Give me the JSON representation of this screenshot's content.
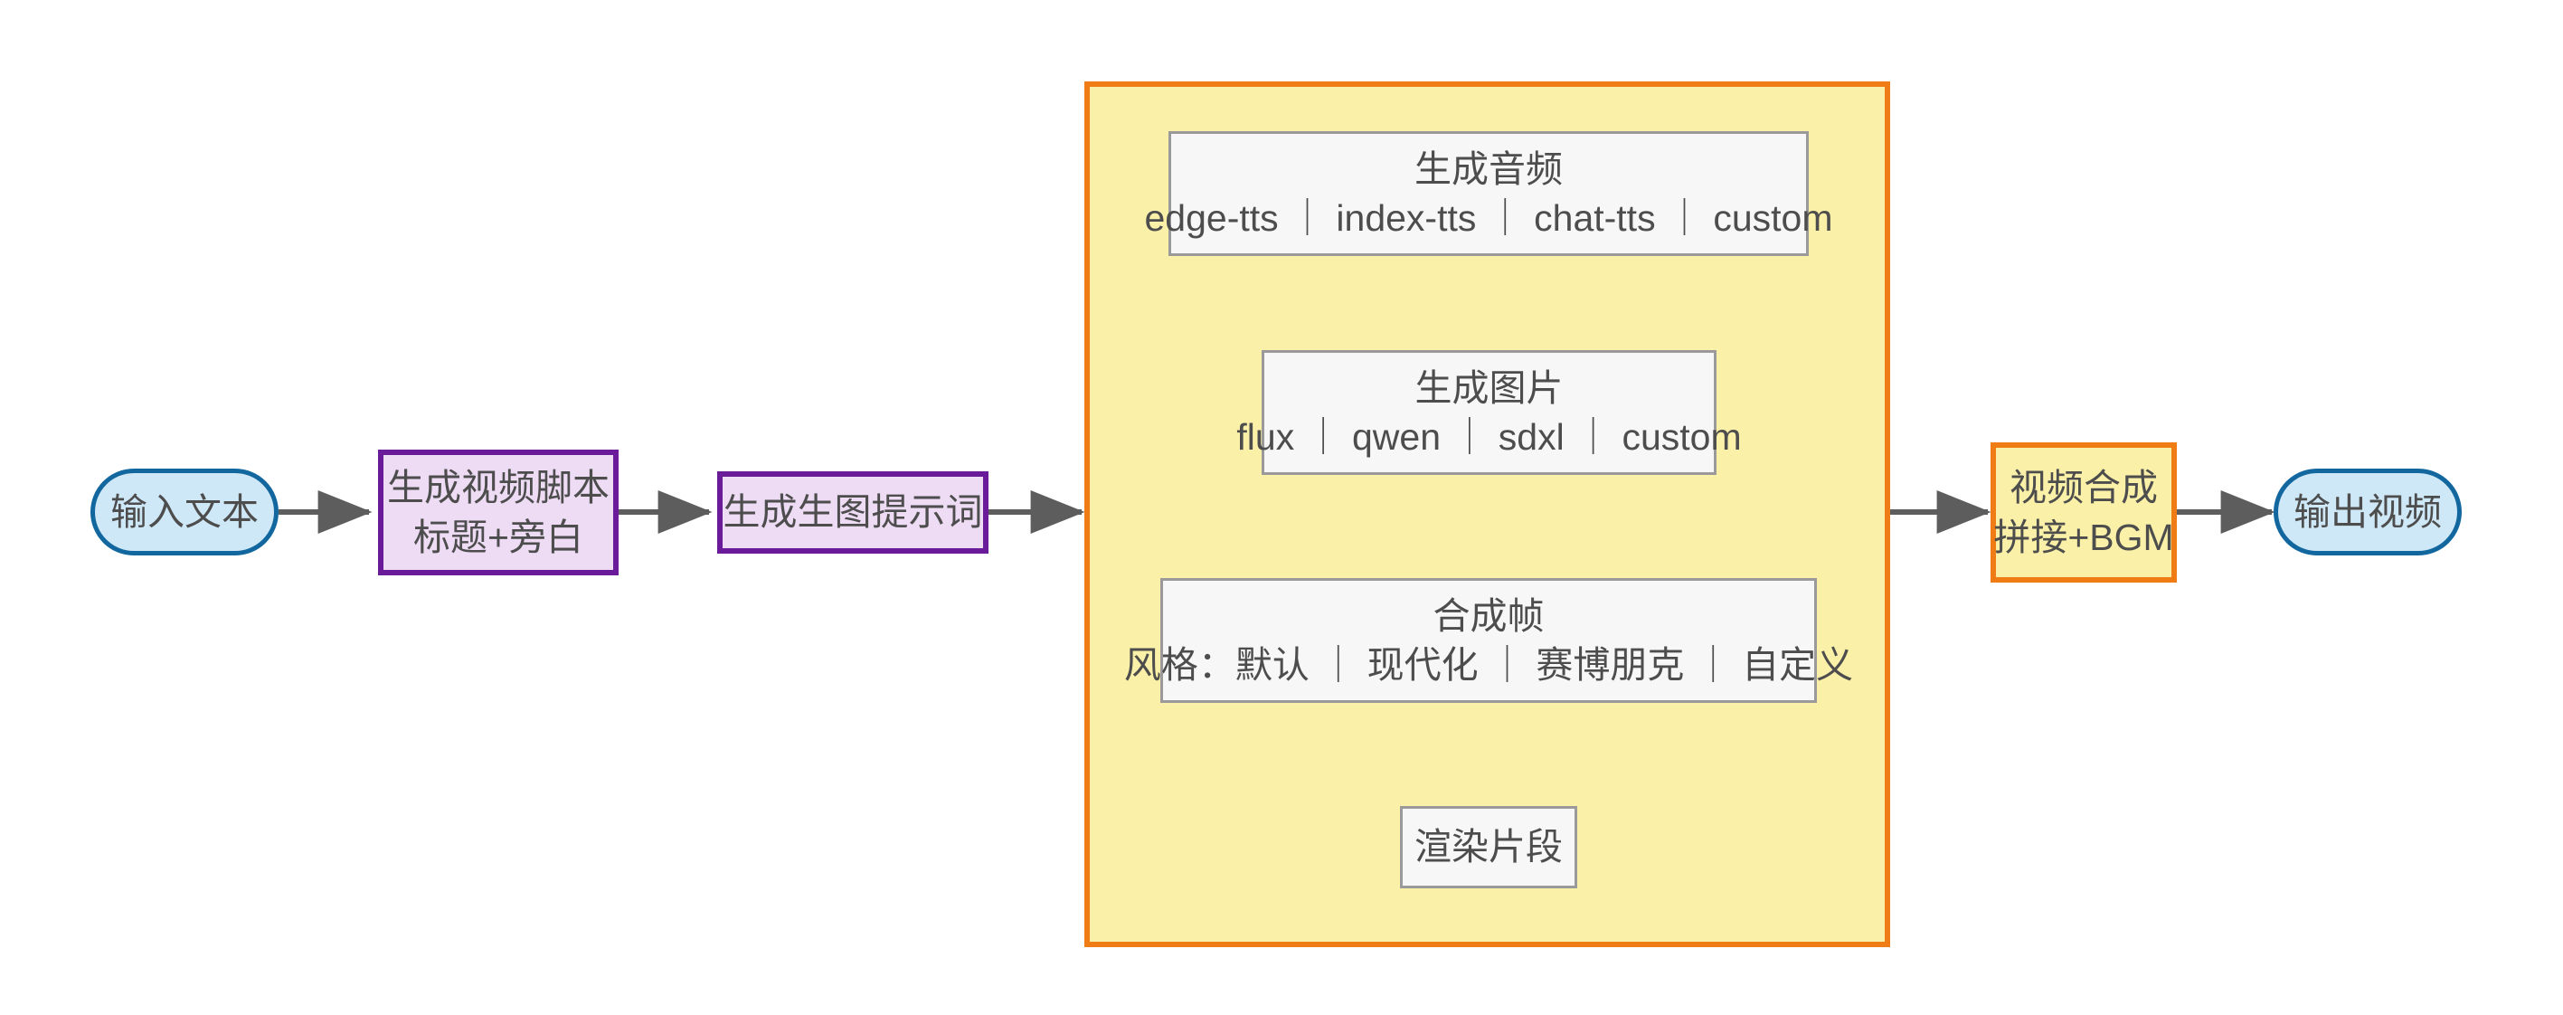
{
  "diagram": {
    "type": "flowchart",
    "direction": "left-to-right",
    "title": "",
    "background": "#ffffff",
    "colors": {
      "terminal_fill": "#cfe8f7",
      "terminal_stroke": "#12679f",
      "process_fill": "#eedcf5",
      "process_stroke": "#6a1b9a",
      "group_fill": "#faf0a8",
      "group_stroke": "#f07c16",
      "inner_fill": "#f7f7f7",
      "inner_stroke": "#9a9a9a",
      "edge": "#5d5d5d",
      "text": "#4d4d4d"
    }
  },
  "nodes": {
    "input_text": {
      "label": "输入文本",
      "shape": "stadium"
    },
    "make_script": {
      "line1": "生成视频脚本",
      "line2": "标题+旁白",
      "shape": "rect"
    },
    "make_prompt": {
      "label": "生成生图提示词",
      "shape": "rect"
    },
    "gen_audio": {
      "line1": "生成音频",
      "line2": "edge-tts ｜ index-tts ｜ chat-tts ｜ custom",
      "shape": "rect"
    },
    "gen_image": {
      "line1": "生成图片",
      "line2": "flux ｜ qwen ｜ sdxl ｜ custom",
      "shape": "rect"
    },
    "compose_frame": {
      "line1": "合成帧",
      "line2": "风格：默认 ｜ 现代化 ｜ 赛博朋克 ｜ 自定义",
      "shape": "rect"
    },
    "render_clip": {
      "label": "渲染片段",
      "shape": "rect"
    },
    "video_merge": {
      "line1": "视频合成",
      "line2": "拼接+BGM",
      "shape": "rect"
    },
    "output_video": {
      "label": "输出视频",
      "shape": "stadium"
    }
  },
  "group": {
    "id": "clip-pipeline-group",
    "label": ""
  },
  "edges": [
    {
      "from": "input_text",
      "to": "make_script",
      "label": ""
    },
    {
      "from": "make_script",
      "to": "make_prompt",
      "label": ""
    },
    {
      "from": "make_prompt",
      "to": "clip-pipeline-group",
      "label": ""
    },
    {
      "from": "gen_audio",
      "to": "gen_image",
      "label": ""
    },
    {
      "from": "gen_image",
      "to": "compose_frame",
      "label": ""
    },
    {
      "from": "compose_frame",
      "to": "render_clip",
      "label": ""
    },
    {
      "from": "clip-pipeline-group",
      "to": "video_merge",
      "label": ""
    },
    {
      "from": "video_merge",
      "to": "output_video",
      "label": ""
    }
  ]
}
